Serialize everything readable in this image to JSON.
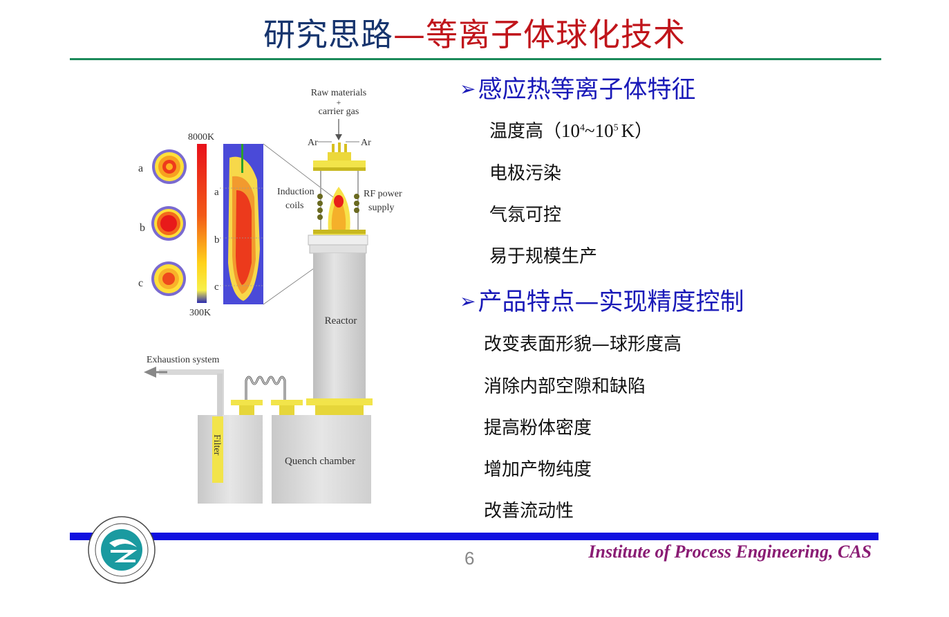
{
  "title": {
    "part1": "研究思路",
    "part2": "—等离子体球化技术"
  },
  "diagram": {
    "raw_materials": "Raw materials",
    "plus": "+",
    "carrier_gas": "carrier gas",
    "ar_left": "Ar",
    "ar_right": "Ar",
    "induction": "Induction",
    "coils": "coils",
    "rf_power": "RF power",
    "supply": "supply",
    "temp_high": "8000K",
    "temp_low": "300K",
    "label_a": "a",
    "label_b": "b",
    "label_c": "c",
    "reactor": "Reactor",
    "exhaustion": "Exhaustion system",
    "filter": "Filter",
    "quench": "Quench chamber"
  },
  "section1": {
    "heading": "感应热等离子体特征",
    "temp": {
      "prefix": "温度高（",
      "base1": "10",
      "exp1": "4",
      "tilde": "~",
      "base2": "10",
      "exp2": "5",
      "unit": "K",
      "suffix": "）"
    },
    "items": [
      "电极污染",
      "气氛可控",
      "易于规模生产"
    ]
  },
  "section2": {
    "heading": "产品特点—实现精度控制",
    "items": [
      "改变表面形貌—球形度高",
      "消除内部空隙和缺陷",
      "提高粉体密度",
      "增加产物纯度",
      "改善流动性"
    ]
  },
  "footer": {
    "page": "6",
    "institute": "Institute of Process Engineering, CAS"
  },
  "colors": {
    "title_blue": "#17356e",
    "title_red": "#c0151b",
    "bullet_blue": "#1a1ab8",
    "footer_bar": "#1010e0",
    "institute": "#8a1c74",
    "rule_green": "#1b8a5a"
  }
}
